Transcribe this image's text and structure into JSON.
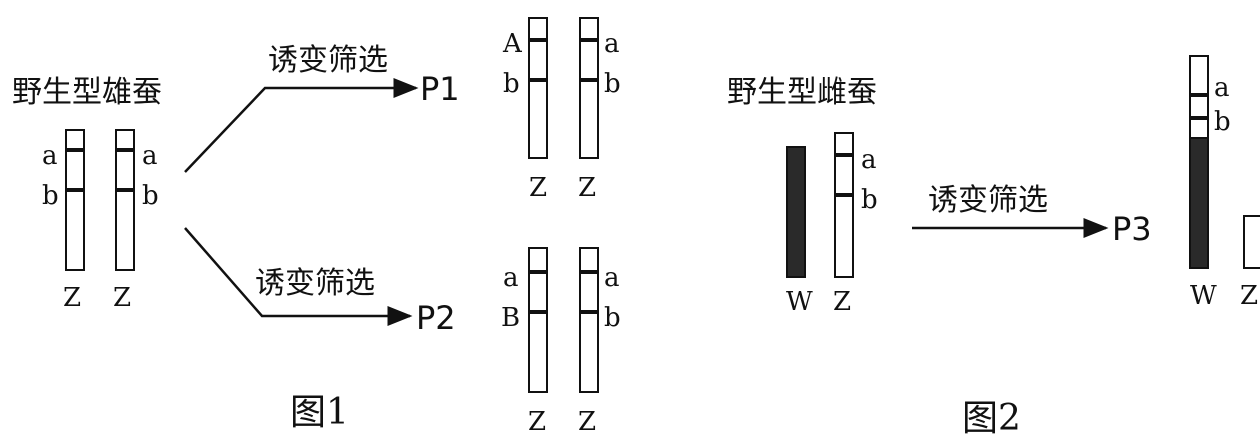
{
  "fig1": {
    "wild_title": "野生型雄蚕",
    "wild_left": {
      "top": "a",
      "bottom": "b",
      "chrom": "Z"
    },
    "wild_right": {
      "top": "a",
      "bottom": "b",
      "chrom": "Z"
    },
    "arrow_top_label": "诱变筛选",
    "arrow_bottom_label": "诱变筛选",
    "p1": {
      "name": "P1",
      "left_top": "A",
      "left_bottom": "b",
      "right_top": "a",
      "right_bottom": "b",
      "chrom_left": "Z",
      "chrom_right": "Z"
    },
    "p2": {
      "name": "P2",
      "left_top": "a",
      "left_bottom": "B",
      "right_top": "a",
      "right_bottom": "b",
      "chrom_left": "Z",
      "chrom_right": "Z"
    },
    "caption": "图1"
  },
  "fig2": {
    "wild_title": "野生型雌蚕",
    "wild": {
      "w_chrom": "W",
      "z_chrom": "Z",
      "z_top": "a",
      "z_bottom": "b"
    },
    "arrow_label": "诱变筛选",
    "p3": {
      "name": "P3",
      "top": "a",
      "bottom": "b",
      "chrom_left": "W",
      "chrom_right": "Z"
    },
    "caption": "图2"
  }
}
